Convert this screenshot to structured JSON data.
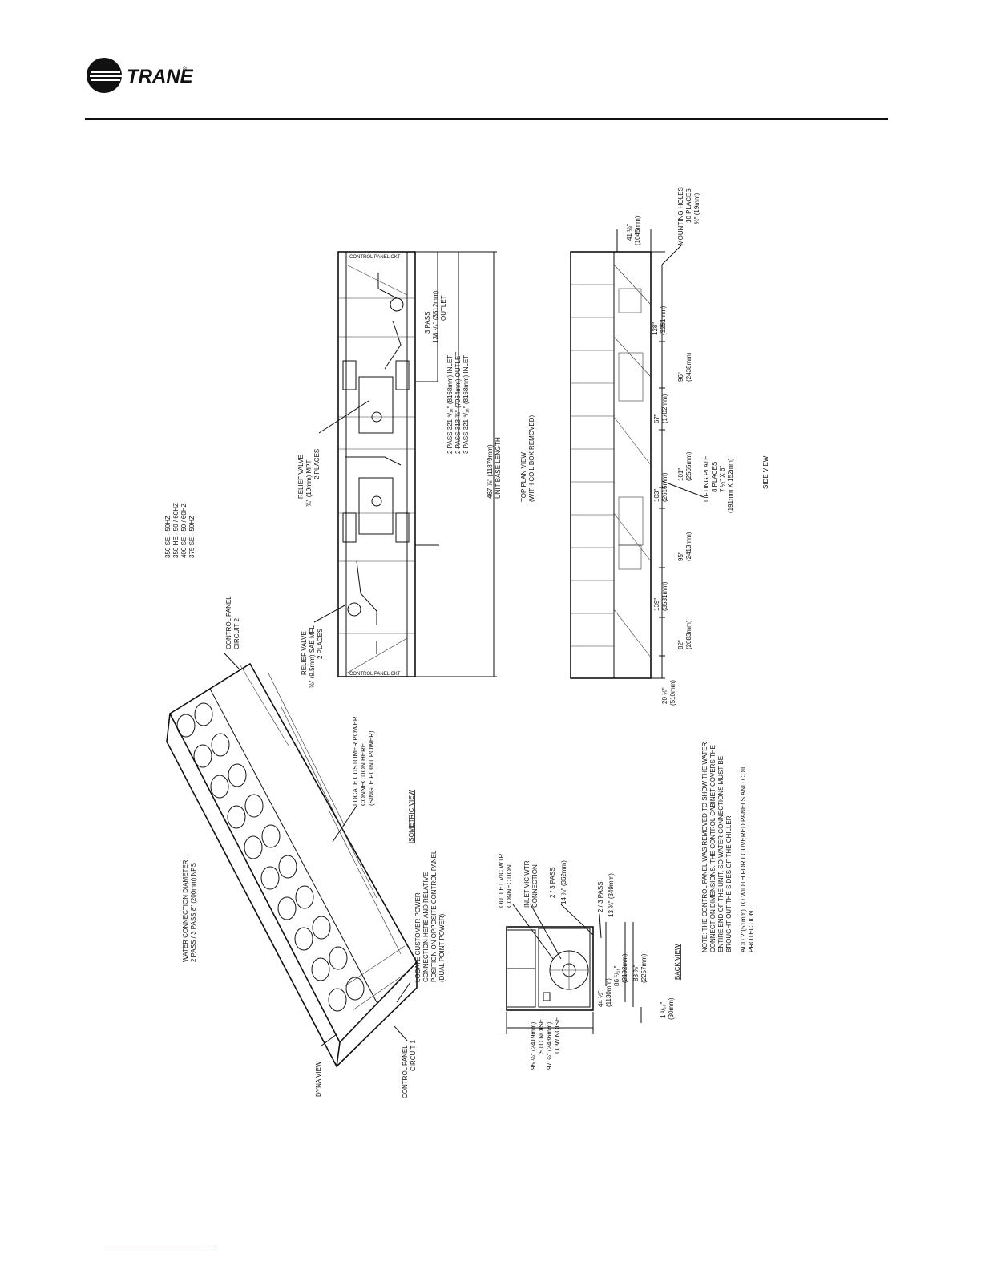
{
  "brand": {
    "name": "TRANE",
    "reg": "®"
  },
  "iso": {
    "water_conn": [
      "WATER CONNECTION DIAMETER:",
      "2 PASS / 3 PASS 8\" (200mm) NPS"
    ],
    "control_panel_2": [
      "CONTROL PANEL",
      "CIRCUIT 2"
    ],
    "models": [
      "350 SE - 50HZ",
      "350 HE - 50 / 60HZ",
      "400 SE - 50 / 60HZ",
      "375 SE - 50HZ"
    ],
    "single_power": [
      "LOCATE CUSTOMER POWER",
      "CONNECTION HERE",
      "(SINGLE POINT POWER)"
    ],
    "dual_power": [
      "LOCATE CUSTOMER POWER",
      "CONNECTION HERE AND RELATIVE",
      "POSITION ON OPPOSITE CONTROL PANEL",
      "(DUAL POINT POWER)"
    ],
    "view_label": "ISOMETRIC VIEW",
    "control_panel_1": [
      "CONTROL PANEL",
      "CIRCUIT 1"
    ],
    "dyna": "DYNA VIEW"
  },
  "top": {
    "relief_valve_small": [
      "RELIEF VALVE",
      "⅜\" (9.5mm) SAE MFL",
      "2 PLACES"
    ],
    "relief_valve_large": [
      "RELIEF VALVE",
      "¾\" (19mm) MPT",
      "2 PLACES"
    ],
    "ctrl_ckt": "CONTROL PANEL CKT",
    "three_pass": [
      "3 PASS",
      "138 ¹/₈\" (3512mm)",
      "OUTLET"
    ],
    "pass_dims": [
      "2 PASS 321 ⁹/₁₆\" (8168mm) INLET",
      "2 PASS 313 ⅜\" (7964mm) OUTLET",
      "3 PASS 321 ⁹/₁₆\" (8168mm) INLET"
    ],
    "base_length": [
      "467 ⅞\" (11879mm)",
      "UNIT BASE LENGTH"
    ],
    "view_label": "TOP PLAN VIEW",
    "view_sub": "(WITH COIL BOX REMOVED)"
  },
  "side": {
    "width_dim": [
      "41 ⅛\"",
      "(1045mm)"
    ],
    "mounting": [
      "MOUNTING HOLES",
      "10 PLACES",
      "¾\" (19mm)"
    ],
    "dims": [
      [
        "128\"",
        "(3251mm)"
      ],
      [
        "96\"",
        "(2438mm)"
      ],
      [
        "67\"",
        "(1702mm)"
      ],
      [
        "101\"",
        "(2565mm)"
      ],
      [
        "103\"",
        "(2616mm)"
      ],
      [
        "95\"",
        "(2413mm)"
      ],
      [
        "139\"",
        "(3531mm)"
      ],
      [
        "82\"",
        "(2083mm)"
      ]
    ],
    "end_dim": [
      "20 ⅛\"",
      "(510mm)"
    ],
    "lifting": [
      "LIFTING PLATE",
      "8 PLACES",
      "7 ½\" X 6\"",
      "(191mm X 152mm)"
    ],
    "view_label": "SIDE VIEW"
  },
  "back": {
    "outlet": [
      "OUTLET VIC WTR",
      "CONNECTION"
    ],
    "inlet": [
      "INLET VIC WTR",
      "CONNECTION"
    ],
    "pass_a": [
      "2 / 3 PASS",
      "14 ⅞\" (362mm)"
    ],
    "pass_b": [
      "2 / 3 PASS",
      "13 ¾\" (349mm)"
    ],
    "height_std": [
      "95 ⅛\" (2419mm)",
      "STD NOISE"
    ],
    "height_low": [
      "97 ⅞\" (2486mm)",
      "LOW NOISE"
    ],
    "dim_44": [
      "44 ½\"",
      "(1130mm)"
    ],
    "dim_86": [
      "86 ⁵/₁₆\"",
      "(2192mm)"
    ],
    "dim_88": [
      "88 ⅞\"",
      "(2257mm)"
    ],
    "dim_1": [
      "1 ³/₁₆\"",
      "(30mm)"
    ],
    "view_label": "BACK VIEW"
  },
  "notes": {
    "note1": [
      "NOTE: THE CONTROL PANEL WAS REMOVED TO SHOW THE WATER",
      "CONNECTION DIMENSIONS.  THE CONTROL CABINET COVERS THE",
      "ENTIRE END OF THE UNIT, SO WATER CONNECTIONS MUST BE",
      "BROUGHT OUT THE SIDES OF THE CHILLER."
    ],
    "note2": [
      "ADD 2\"(51mm) TO WIDTH FOR LOUVERED PANELS AND COIL",
      "PROTECTION."
    ]
  }
}
